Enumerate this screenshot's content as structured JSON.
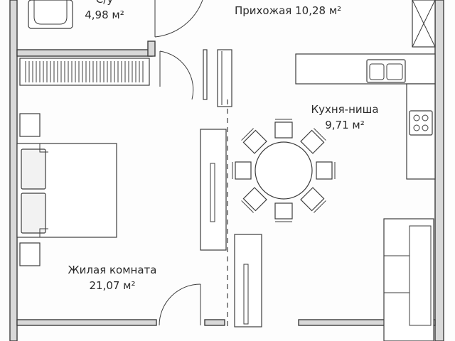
{
  "rooms": {
    "bathroom": {
      "name": "С/у",
      "area": "4,98 м²"
    },
    "hallway": {
      "name": "Прихожая",
      "area": "10,28 м²"
    },
    "kitchen": {
      "name": "Кухня-ниша",
      "area": "9,71 м²"
    },
    "living": {
      "name": "Жилая комната",
      "area": "21,07 м²"
    }
  },
  "colors": {
    "wall": "#d9d9d9",
    "line": "#3d3d3d",
    "text": "#2b2b2b"
  },
  "icons": [
    "bathtub-icon",
    "sink-icon",
    "stove-icon",
    "bed-icon",
    "dining-table-icon",
    "sofa-icon",
    "door-icon"
  ]
}
